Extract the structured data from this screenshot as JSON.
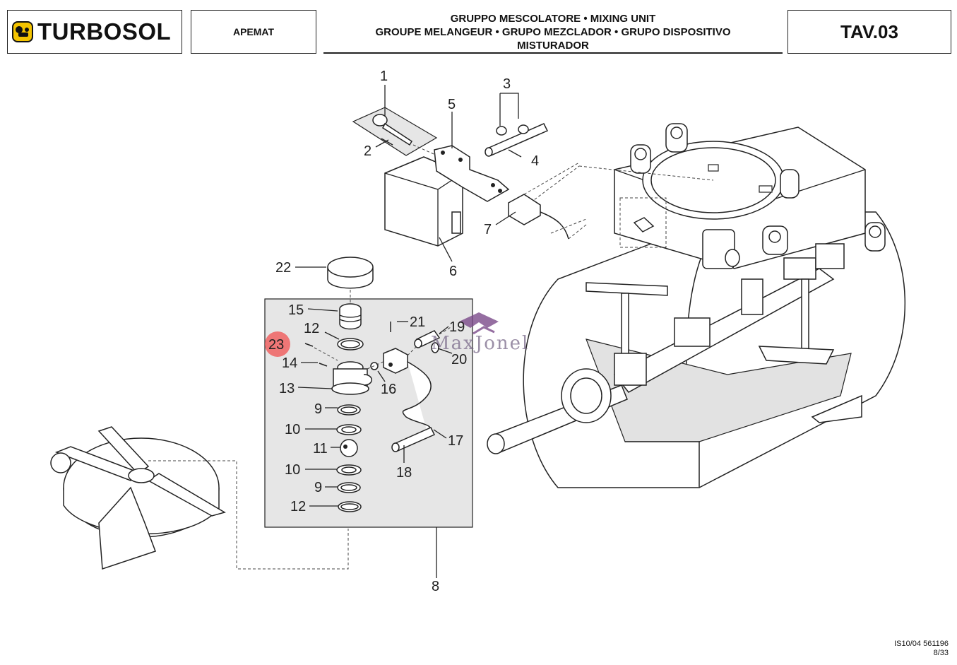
{
  "header": {
    "brand": "TURBOSOL",
    "model": "APEMAT",
    "title_lines": [
      "GRUPPO MESCOLATORE • MIXING UNIT",
      "GROUPE MELANGEUR • GRUPO MEZCLADOR • GRUPO DISPOSITIVO",
      "MISTURADOR"
    ],
    "sheet": "TAV.03"
  },
  "watermark": "MaxJonel",
  "callouts": {
    "c1": "1",
    "c2": "2",
    "c3": "3",
    "c4": "4",
    "c5": "5",
    "c6": "6",
    "c7": "7",
    "c8": "8",
    "c9a": "9",
    "c9b": "9",
    "c10a": "10",
    "c10b": "10",
    "c11": "11",
    "c12a": "12",
    "c12b": "12",
    "c13": "13",
    "c14": "14",
    "c15": "15",
    "c16": "16",
    "c17": "17",
    "c18": "18",
    "c19": "19",
    "c20": "20",
    "c21": "21",
    "c22": "22",
    "c23": "23"
  },
  "highlight": {
    "part": "23",
    "color": "#f05a5a"
  },
  "footer": {
    "doc_code": "IS10/04 561196",
    "page": "8/33"
  },
  "colors": {
    "group_box": "#e6e6e6",
    "ink": "#222222",
    "logo_yellow": "#f4c400"
  }
}
